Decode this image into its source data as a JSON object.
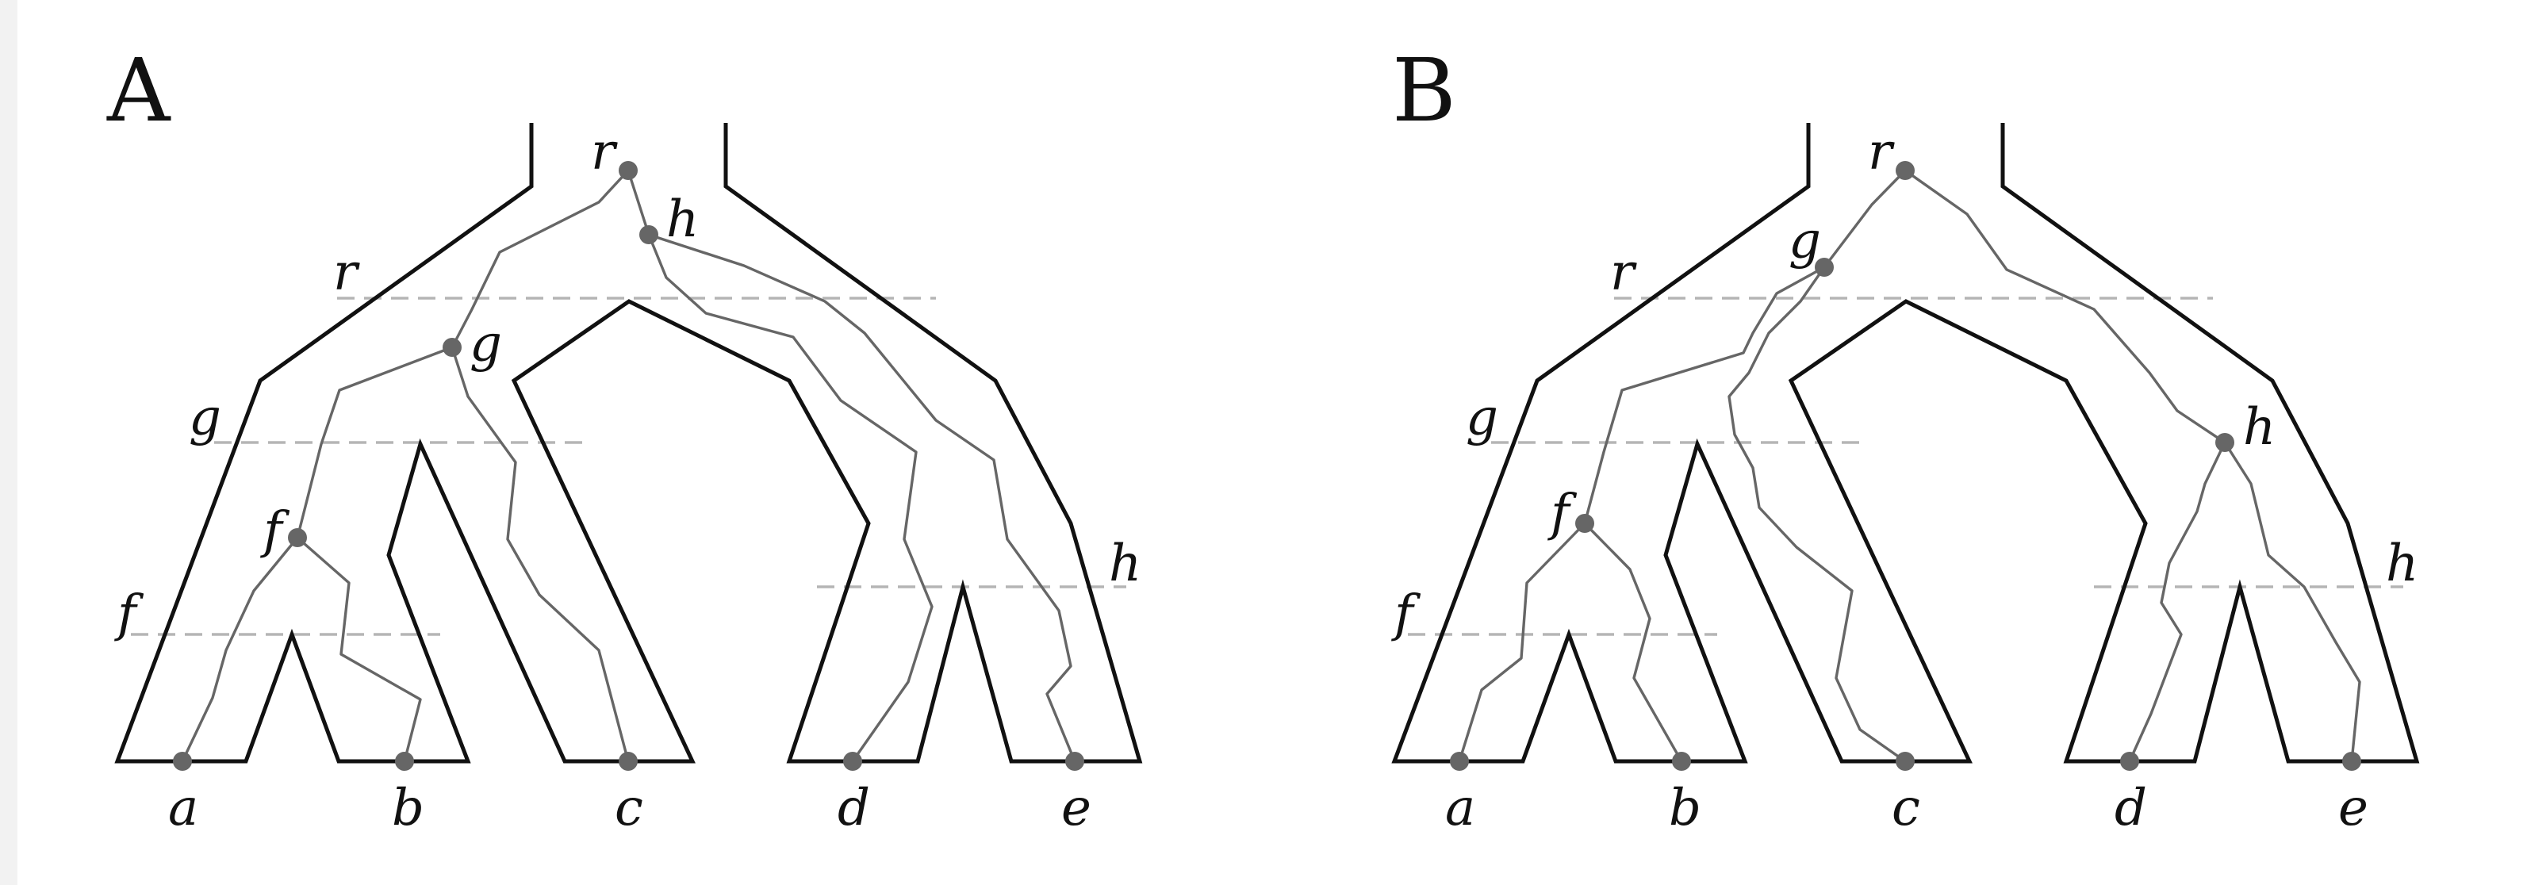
{
  "panels": [
    {
      "label": "A",
      "leaves": [
        "a",
        "b",
        "c",
        "d",
        "e"
      ],
      "species_node_labels": [
        "r",
        "g",
        "f",
        "h"
      ],
      "gene_node_labels": [
        "r",
        "h",
        "g",
        "f"
      ]
    },
    {
      "label": "B",
      "leaves": [
        "a",
        "b",
        "c",
        "d",
        "e"
      ],
      "species_node_labels": [
        "r",
        "g",
        "f",
        "h"
      ],
      "gene_node_labels": [
        "r",
        "g",
        "f",
        "h"
      ]
    }
  ],
  "colors": {
    "species_tree": "#111111",
    "gene_tree": "#666666",
    "divergence_line": "#b5b5b5"
  }
}
